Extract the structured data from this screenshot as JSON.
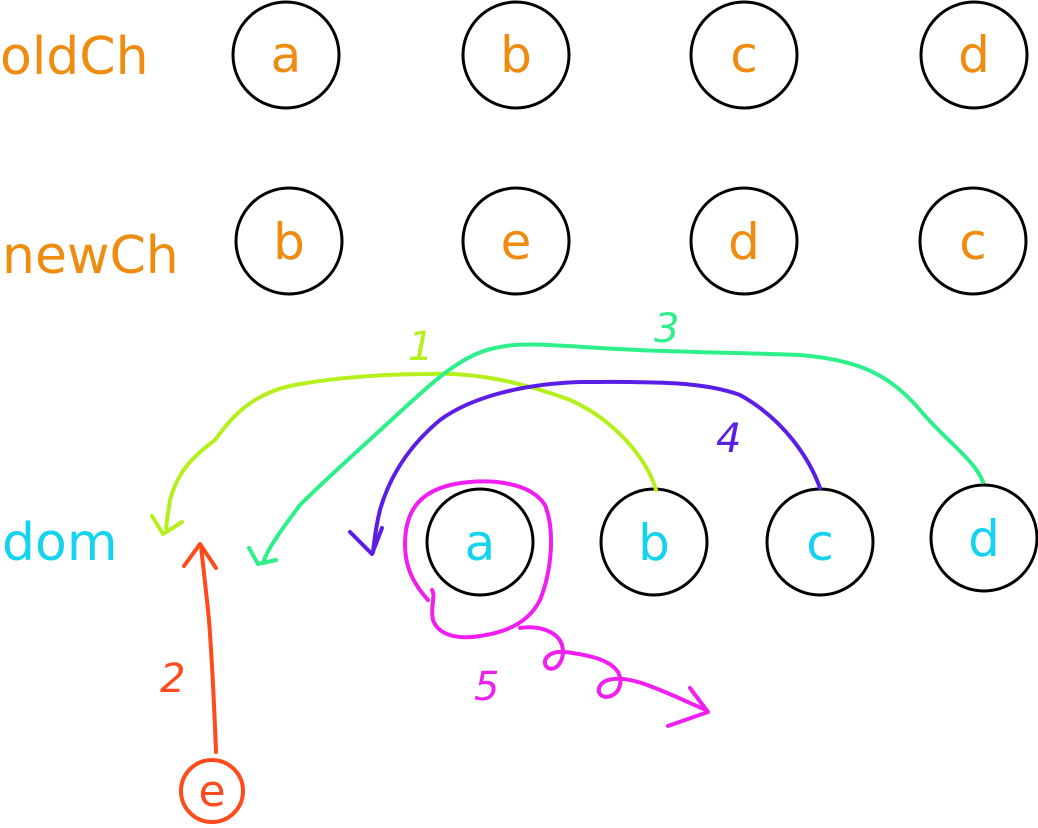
{
  "rows": {
    "old": {
      "label": "oldCh",
      "nodes": [
        "a",
        "b",
        "c",
        "d"
      ]
    },
    "new": {
      "label": "newCh",
      "nodes": [
        "b",
        "e",
        "d",
        "c"
      ]
    },
    "dom": {
      "label": "dom",
      "nodes": [
        "a",
        "b",
        "c",
        "d"
      ]
    }
  },
  "steps": [
    {
      "label": "1",
      "color": "#b5f01c"
    },
    {
      "label": "2",
      "color": "#ff4a1c"
    },
    {
      "label": "3",
      "color": "#2ef08a"
    },
    {
      "label": "4",
      "color": "#5a1ee6"
    },
    {
      "label": "5",
      "color": "#f01ef0"
    }
  ],
  "inserted_node": {
    "label": "e",
    "color": "#ff4a1c"
  },
  "colors": {
    "old_new_text": "#ef8c10",
    "dom_text": "#14d3ee"
  }
}
